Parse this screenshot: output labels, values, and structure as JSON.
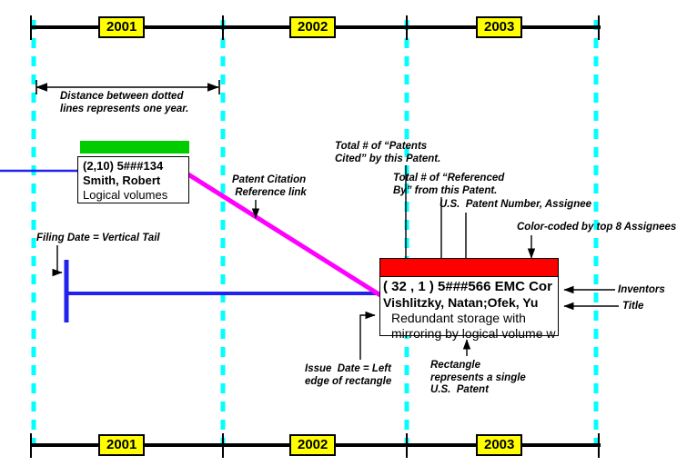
{
  "diagram": {
    "title": "Patent timeline legend diagram",
    "colors": {
      "year_chip_fill": "#ffff00",
      "year_chip_border": "#000000",
      "dotted_year_line": "#00ffff",
      "timeline_axis": "#000000",
      "citation_link": "#ff00ff",
      "filing_tail": "#0000ff",
      "patent1_band": "#00cc00",
      "patent2_band": "#ff0000",
      "annotation_text": "#000000",
      "box_background": "#ffffff"
    }
  },
  "timeline_top": {
    "name": "top-timeline",
    "years": [
      "2001",
      "2002",
      "2003"
    ]
  },
  "timeline_bottom": {
    "name": "bottom-timeline",
    "years": [
      "2001",
      "2002",
      "2003"
    ]
  },
  "patents": [
    {
      "id": "patent-1",
      "band_color": "#00cc00",
      "line1": "(2,10)   5###134",
      "line2": "Smith, Robert",
      "line3": "Logical volumes"
    },
    {
      "id": "patent-2",
      "band_color": "#ff0000",
      "line1": "( 32 , 1 ) 5###566 EMC Cor",
      "line2": "Vishlitzky, Natan;Ofek, Yu",
      "line3": "Redundant storage with",
      "line4": "mirroring by logical volume w"
    }
  ],
  "annotations": {
    "distance": "Distance between dotted\nlines represents one year.",
    "citation_link": "Patent Citation\n Reference link",
    "patents_cited": "Total # of “Patents\nCited” by this Patent.",
    "referenced_by": "Total # of “Referenced\nBy” from this Patent.",
    "patent_number": "U.S.  Patent Number, Assignee",
    "color_coded": "Color-coded by top 8 Assignees",
    "inventors": "Inventors",
    "title": "Title",
    "filing_date": "Filing Date = Vertical Tail",
    "issue_date": "Issue  Date = Left\nedge of rectangle",
    "rectangle": "Rectangle\nrepresents a single\nU.S.  Patent"
  }
}
